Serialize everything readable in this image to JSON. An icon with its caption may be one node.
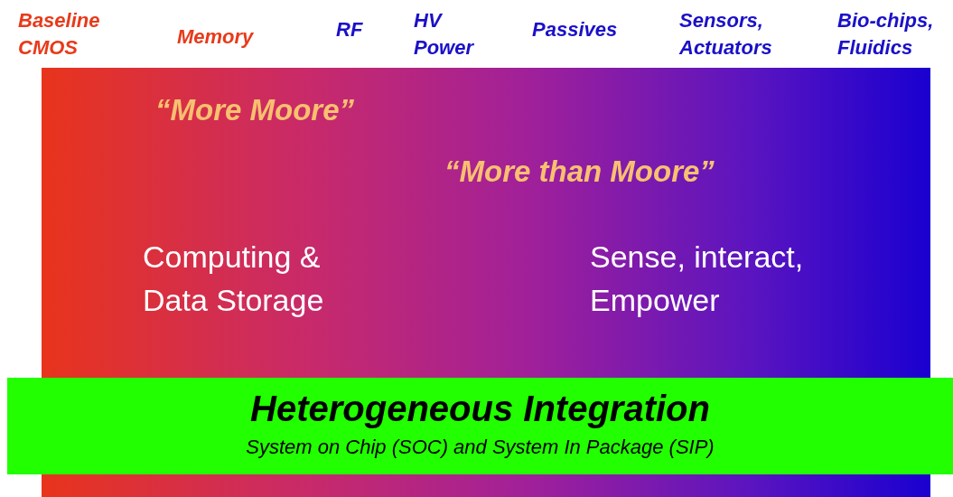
{
  "diagram": {
    "nodes": [
      {
        "text": [
          "“More Moore”",
          "“More than Moore”",
          "Computing & Data Storage",
          "Sense, interact, Empower"
        ]
      },
      {
        "text": [
          "Heterogeneous Integration",
          "System on Chip (SOC) and System In Package (SIP)"
        ]
      }
    ],
    "labels": [
      "Baseline CMOS",
      "Memory",
      "RF",
      "HV Power",
      "Passives",
      "Sensors, Actuators",
      "Bio-chips, Fluidics"
    ]
  }
}
